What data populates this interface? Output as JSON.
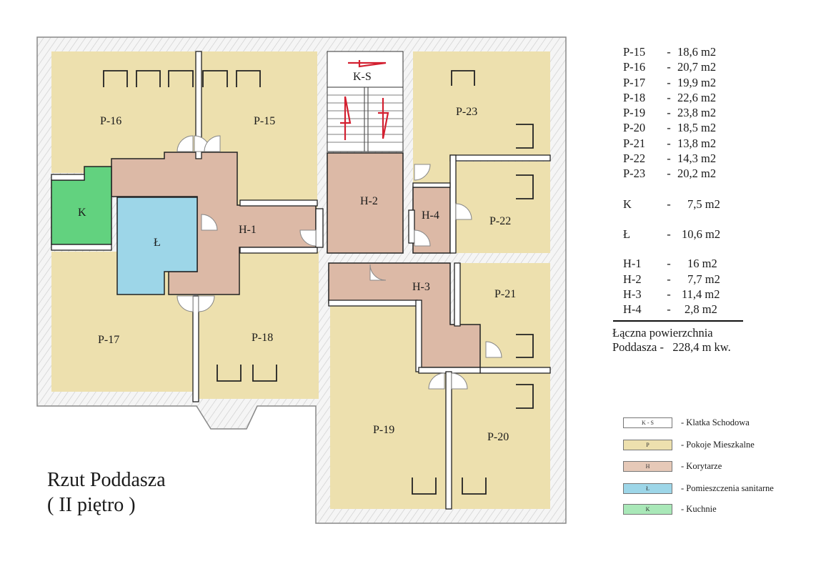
{
  "title": {
    "line1": "Rzut Poddasza",
    "line2": "( II piętro )"
  },
  "colors": {
    "room": "#ede0ae",
    "hall": "#dcb9a6",
    "bath": "#9dd6e8",
    "kitchen": "#62d27f",
    "stairs": "#ffffff",
    "arrow": "#d32030",
    "wall_outline": "#222222",
    "outer_wall": "#f4f4f4"
  },
  "rooms": {
    "P15": "P-15",
    "P16": "P-16",
    "P17": "P-17",
    "P18": "P-18",
    "P19": "P-19",
    "P20": "P-20",
    "P21": "P-21",
    "P22": "P-22",
    "P23": "P-23",
    "K": "K",
    "L": "Ł",
    "H1": "H-1",
    "H2": "H-2",
    "H3": "H-3",
    "H4": "H-4",
    "KS": "K-S"
  },
  "areas": {
    "rooms": [
      {
        "code": "P-15",
        "dash": "-",
        "value": "18,6 m2"
      },
      {
        "code": "P-16",
        "dash": "-",
        "value": "20,7 m2"
      },
      {
        "code": "P-17",
        "dash": "-",
        "value": "19,9 m2"
      },
      {
        "code": "P-18",
        "dash": "-",
        "value": "22,6 m2"
      },
      {
        "code": "P-19",
        "dash": "-",
        "value": "23,8 m2"
      },
      {
        "code": "P-20",
        "dash": "-",
        "value": "18,5 m2"
      },
      {
        "code": "P-21",
        "dash": "-",
        "value": "13,8 m2"
      },
      {
        "code": "P-22",
        "dash": "-",
        "value": "14,3 m2"
      },
      {
        "code": "P-23",
        "dash": "-",
        "value": "20,2 m2"
      }
    ],
    "kitchen": {
      "code": "K",
      "dash": "-",
      "value": "7,5 m2"
    },
    "bath": {
      "code": "Ł",
      "dash": "-",
      "value": "10,6 m2"
    },
    "halls": [
      {
        "code": "H-1",
        "dash": "-",
        "value": "16 m2"
      },
      {
        "code": "H-2",
        "dash": "-",
        "value": "7,7 m2"
      },
      {
        "code": "H-3",
        "dash": "-",
        "value": "11,4 m2"
      },
      {
        "code": "H-4",
        "dash": "-",
        "value": "2,8 m2"
      }
    ],
    "total_line1": "Łączna powierzchnia",
    "total_line2": "Poddasza -   228,4 m kw."
  },
  "legend": [
    {
      "swatch": "K - S",
      "label": "- Klatka Schodowa",
      "color": "#ffffff"
    },
    {
      "swatch": "P",
      "label": "- Pokoje Mieszkalne",
      "color": "#ede0ae"
    },
    {
      "swatch": "H",
      "label": "- Korytarze",
      "color": "#e6c9b8"
    },
    {
      "swatch": "Ł",
      "label": "- Pomieszczenia sanitarne",
      "color": "#9dd6e8"
    },
    {
      "swatch": "K",
      "label": "- Kuchnie",
      "color": "#a9e8b8"
    }
  ]
}
